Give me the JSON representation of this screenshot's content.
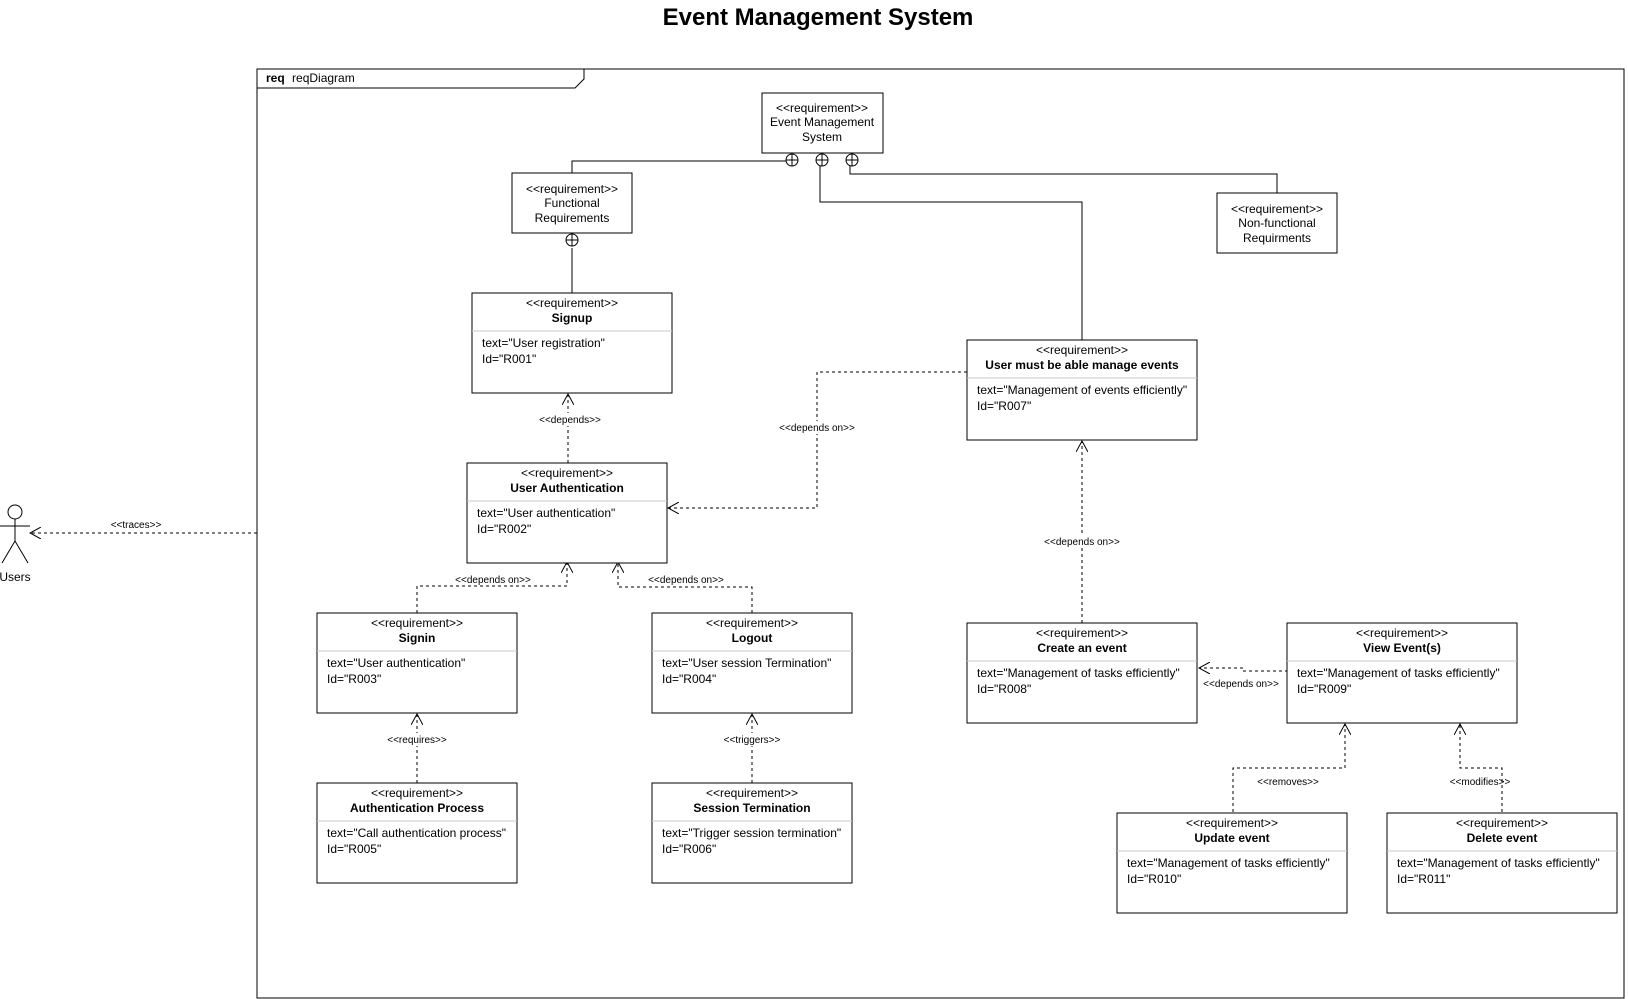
{
  "title": "Event Management System",
  "frame": {
    "keyword": "req",
    "name": "reqDiagram"
  },
  "actor": {
    "name": "Users"
  },
  "requirements": {
    "root": {
      "stereotype": "<<requirement>>",
      "name_line1": "Event Management",
      "name_line2": "System"
    },
    "functional": {
      "stereotype": "<<requirement>>",
      "name_line1": "Functional",
      "name_line2": "Requirements"
    },
    "nonfunctional": {
      "stereotype": "<<requirement>>",
      "name_line1": "Non-functional",
      "name_line2": "Requirments"
    },
    "signup": {
      "stereotype": "<<requirement>>",
      "name": "Signup",
      "text": "text=\"User registration\"",
      "id": "Id=\"R001\""
    },
    "user_auth": {
      "stereotype": "<<requirement>>",
      "name": "User Authentication",
      "text": "text=\"User authentication\"",
      "id": "Id=\"R002\""
    },
    "signin": {
      "stereotype": "<<requirement>>",
      "name": "Signin",
      "text": "text=\"User authentication\"",
      "id": "Id=\"R003\""
    },
    "logout": {
      "stereotype": "<<requirement>>",
      "name": "Logout",
      "text": "text=\"User session Termination\"",
      "id": "Id=\"R004\""
    },
    "auth_process": {
      "stereotype": "<<requirement>>",
      "name": "Authentication Process",
      "text": "text=\"Call authentication process\"",
      "id": "Id=\"R005\""
    },
    "session_term": {
      "stereotype": "<<requirement>>",
      "name": "Session Termination",
      "text": "text=\"Trigger session termination\"",
      "id": "Id=\"R006\""
    },
    "manage_events": {
      "stereotype": "<<requirement>>",
      "name": "User must be able manage events",
      "text": "text=\"Management of events efficiently\"",
      "id": "Id=\"R007\""
    },
    "create_event": {
      "stereotype": "<<requirement>>",
      "name": "Create an event",
      "text": "text=\"Management of tasks efficiently\"",
      "id": "Id=\"R008\""
    },
    "view_events": {
      "stereotype": "<<requirement>>",
      "name": "View Event(s)",
      "text": "text=\"Management of tasks efficiently\"",
      "id": "Id=\"R009\""
    },
    "update_event": {
      "stereotype": "<<requirement>>",
      "name": "Update event",
      "text": "text=\"Management of tasks efficiently\"",
      "id": "Id=\"R010\""
    },
    "delete_event": {
      "stereotype": "<<requirement>>",
      "name": "Delete event",
      "text": "text=\"Management of tasks efficiently\"",
      "id": "Id=\"R011\""
    }
  },
  "relations": {
    "traces": "<<traces>>",
    "depends": "<<depends>>",
    "depends_on_manage": "<<depends on>>",
    "depends_on_signin": "<<depends on>>",
    "depends_on_logout": "<<depends on>>",
    "depends_on_create": "<<depends on>>",
    "depends_on_view": "<<depends on>>",
    "requires": "<<requires>>",
    "triggers": "<<triggers>>",
    "removes": "<<removes>>",
    "modifies": "<<modifies>>"
  }
}
